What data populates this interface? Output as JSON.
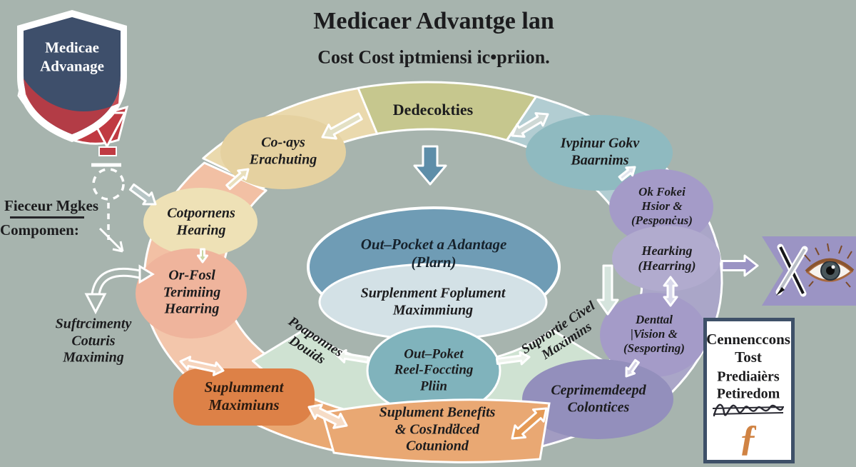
{
  "title": {
    "main": "Medicaer Advantge lan",
    "subtitle": "Cost Cost iptmiensi ic•priion."
  },
  "logo": {
    "lines": [
      "Medicae",
      "Advanage"
    ]
  },
  "left_panel": {
    "heading": [
      "Fieceur Mgkes"
    ],
    "subheading": [
      "Compomen:"
    ],
    "note": [
      "Suftrcimenty",
      "Coturis",
      "Maximing"
    ]
  },
  "labels": {
    "deductibles": [
      "Dedecokties"
    ],
    "copays": [
      "Co-·ays",
      "Erachuting"
    ],
    "premiums": [
      "Ivpinur Gokv",
      "Baarnims"
    ],
    "ok_pokei": [
      "Ok Fokei",
      "Hsior &",
      "(Pesponċus)"
    ],
    "hearing": [
      "Hearking",
      "(Hearring)"
    ],
    "dental": [
      "Denttal",
      "|Vision &",
      "(Sesporting)"
    ],
    "coordination": [
      "Ceprimemdeepd",
      "Colontices"
    ],
    "copayments": [
      "Cotpornens",
      "Hearing"
    ],
    "oral": [
      "Or-Fosl",
      "Terimiing",
      "Hearring"
    ],
    "proponents": [
      "Poaponnes",
      "Douids"
    ],
    "supportive": [
      "Suprortie Civel",
      "Maximins"
    ],
    "center_main": [
      "Out–Pocket a Adantage",
      "(Plarn)"
    ],
    "center_sub": [
      "Surplenment Foplument",
      "Maximmiung"
    ],
    "center_pocket": [
      "Out–Poket",
      "Reel-Foccting",
      "Pliin"
    ],
    "supplement_box": [
      "Suplumment",
      "Maximiuns"
    ],
    "benefits_banner": [
      "Suplument Benefits",
      "& CosIndḋced",
      "Cotuniond"
    ],
    "info_box_title": [
      "Cennenccons",
      "Tost"
    ],
    "info_box_sub": [
      "Prediaièrs",
      "Petiredom"
    ],
    "florin": "ƒ"
  },
  "icons": {
    "logo": "shield-with-red-ribbon-arrow",
    "doodle": "dashed-circle-sketch",
    "flag": "crossed-pens-and-eye-banner",
    "box_glyphs": [
      "signature-scribble",
      "florin-f"
    ]
  },
  "colors": {
    "background": "#a7b4ae",
    "text": "#1c1c1e",
    "ringOlive": "#c6c78e",
    "ringLightBlue": "#b2cdd2",
    "ringPurple": "#aaa6c8",
    "ringPurpleLow": "#a29cc2",
    "ringOrange": "#e9a873",
    "ringSalmon": "#f3c6ab",
    "ringPeach": "#f2c0a4",
    "ringCream": "#ead9ad",
    "greenArc": "#cfe2d2",
    "blobCopays": "#e5d1a0",
    "blobCream": "#eee1b6",
    "blobSalmon": "#efb49c",
    "blobTeal": "#8fbac0",
    "blobPurple1": "#a49bc8",
    "blobPurple2": "#b1abce",
    "blobPurple3": "#938fbc",
    "tealEllipse": "#80b3bc",
    "centerBlue": "#6f9cb5",
    "centerLight": "#d3e1e6",
    "orangeBox": "#dd8147",
    "navy": "#3e4f6b",
    "red": "#c03a42",
    "bannerPurple": "#9b94c4",
    "boxBorder": "#3e5068",
    "orangeGlyph": "#d08343",
    "arrowTeal": "#5d8ea9",
    "white": "#ffffff"
  }
}
